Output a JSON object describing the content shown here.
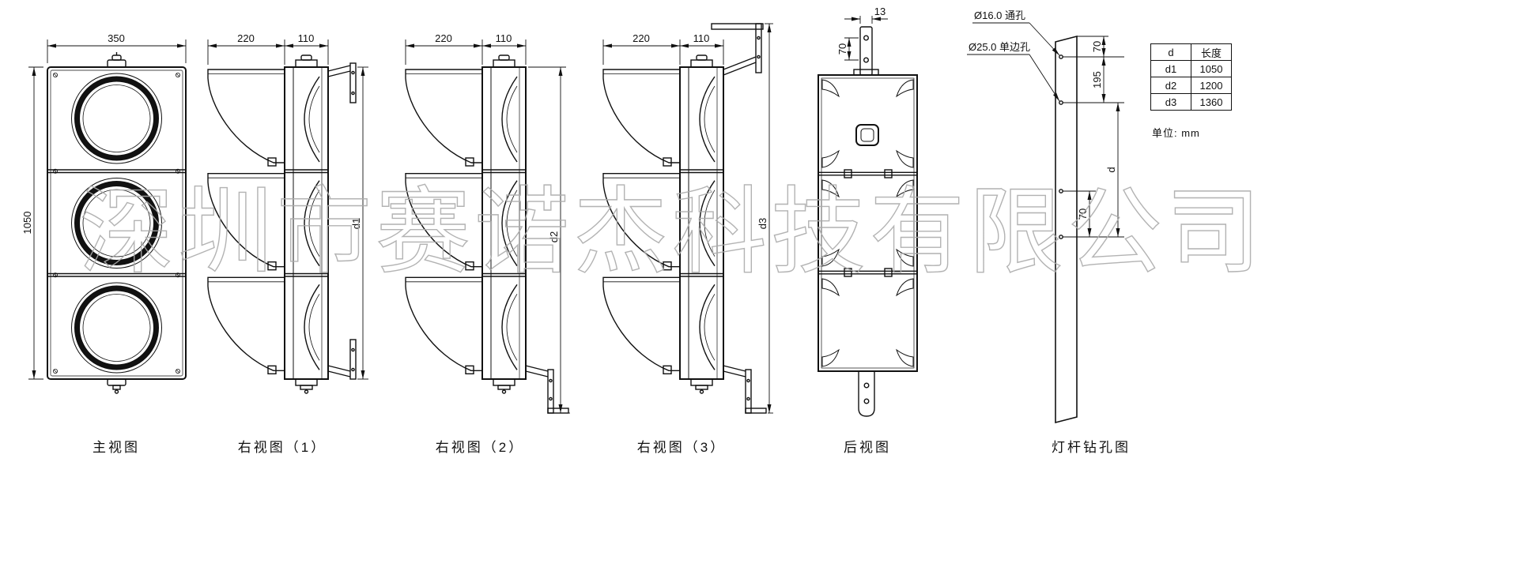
{
  "company_watermark": "深圳市赛诺杰科技有限公司",
  "unit_note": "单位: mm",
  "views": {
    "front": {
      "label": "主视图",
      "width": "350",
      "height": "1050"
    },
    "right1": {
      "label": "右视图（1）",
      "visor_depth": "220",
      "body_depth": "110",
      "height_label": "d1"
    },
    "right2": {
      "label": "右视图（2）",
      "visor_depth": "220",
      "body_depth": "110",
      "height_label": "d2"
    },
    "right3": {
      "label": "右视图（3）",
      "visor_depth": "220",
      "body_depth": "110",
      "height_label": "d3"
    },
    "rear": {
      "label": "后视图",
      "tab_width": "13",
      "hole_spacing": "70"
    },
    "pole": {
      "label": "灯杆钻孔图",
      "hole_note_1": "Ø16.0 通孔",
      "hole_note_2": "Ø25.0 单边孔",
      "dim_top": "70",
      "dim_mid": "195",
      "dim_span": "d",
      "dim_bottom": "70"
    }
  },
  "table": {
    "header": [
      "d",
      "长度"
    ],
    "rows": [
      [
        "d1",
        "1050"
      ],
      [
        "d2",
        "1200"
      ],
      [
        "d3",
        "1360"
      ]
    ]
  }
}
